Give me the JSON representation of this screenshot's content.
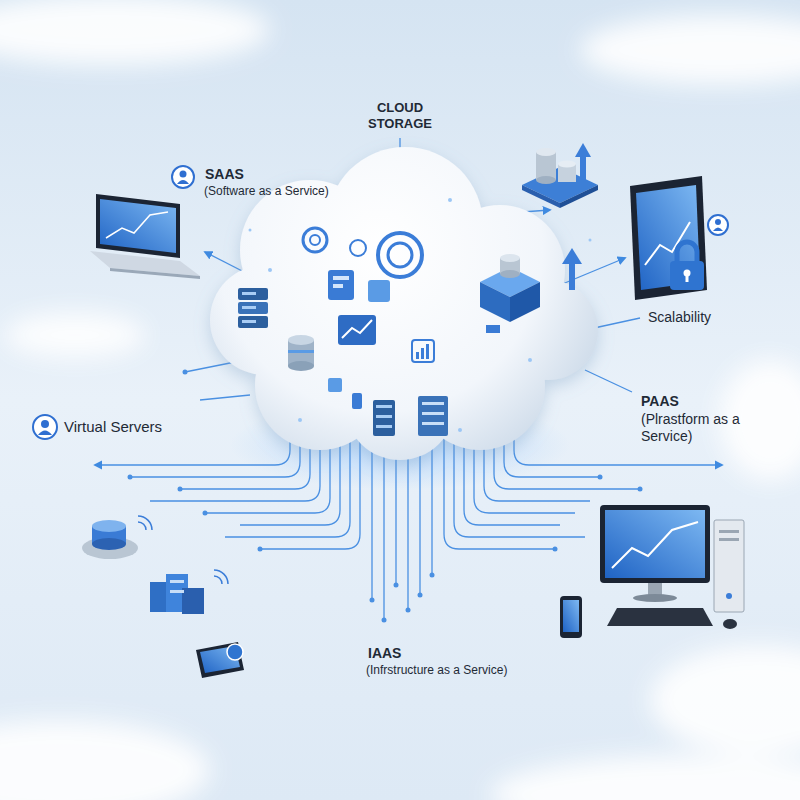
{
  "diagram": {
    "labels": [
      "CLOUD STORAGE",
      "SAAS",
      "(Software as a Service)",
      "Scalability",
      "Virtual Servers",
      "PAAS",
      "(Plrastform as a Service)",
      "IAAS",
      "(Infrstructure as a Service)"
    ]
  }
}
